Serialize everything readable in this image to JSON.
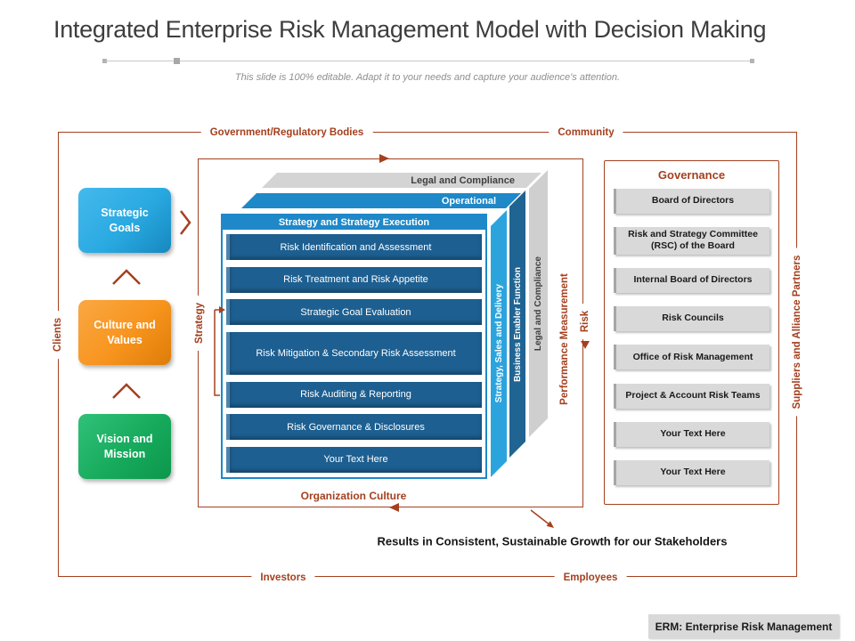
{
  "colors": {
    "accent_brown": "#A5401F",
    "light_blue": "#29A9E1",
    "mid_blue": "#1E88C8",
    "dark_blue": "#1D5F90",
    "orange": "#F7941E",
    "green": "#17AA5C",
    "gray": "#D9D9D9"
  },
  "header": {
    "title": "Integrated Enterprise Risk Management Model with Decision Making",
    "subtitle": "This slide is 100% editable. Adapt it to your needs and capture your audience's attention."
  },
  "stakeholders": {
    "top_left": "Government/Regulatory Bodies",
    "top_right": "Community",
    "left": "Clients",
    "right": "Suppliers and Alliance Partners",
    "bottom_left": "Investors",
    "bottom_right": "Employees"
  },
  "left_stack": {
    "items": [
      {
        "label": "Strategic Goals"
      },
      {
        "label": "Culture and Values"
      },
      {
        "label": "Vision and Mission"
      }
    ]
  },
  "cube": {
    "top_layers": {
      "back": "Legal and Compliance",
      "middle": "Operational",
      "front": "Strategy and Strategy Execution"
    },
    "rows": [
      "Risk Identification and Assessment",
      "Risk Treatment and Risk Appetite",
      "Strategic Goal Evaluation",
      "Risk Mitigation & Secondary Risk Assessment",
      "Risk Auditing & Reporting",
      "Risk Governance & Disclosures",
      "Your Text Here"
    ],
    "side_strips": [
      "Strategy, Sales and Delivery",
      "Business Enabler Function",
      "Legal and Compliance"
    ],
    "left_axis": "Strategy",
    "right_axis_1": "Performance Measurement",
    "right_axis_2": "Risk",
    "bottom_label": "Organization Culture"
  },
  "governance": {
    "title": "Governance",
    "items": [
      "Board of Directors",
      "Risk and Strategy Committee (RSC) of the Board",
      "Internal Board of Directors",
      "Risk Councils",
      "Office of Risk Management",
      "Project & Account Risk Teams",
      "Your Text Here",
      "Your Text Here"
    ]
  },
  "footer": {
    "results": "Results in Consistent, Sustainable Growth for our Stakeholders",
    "abbreviation": "ERM: Enterprise Risk Management"
  }
}
